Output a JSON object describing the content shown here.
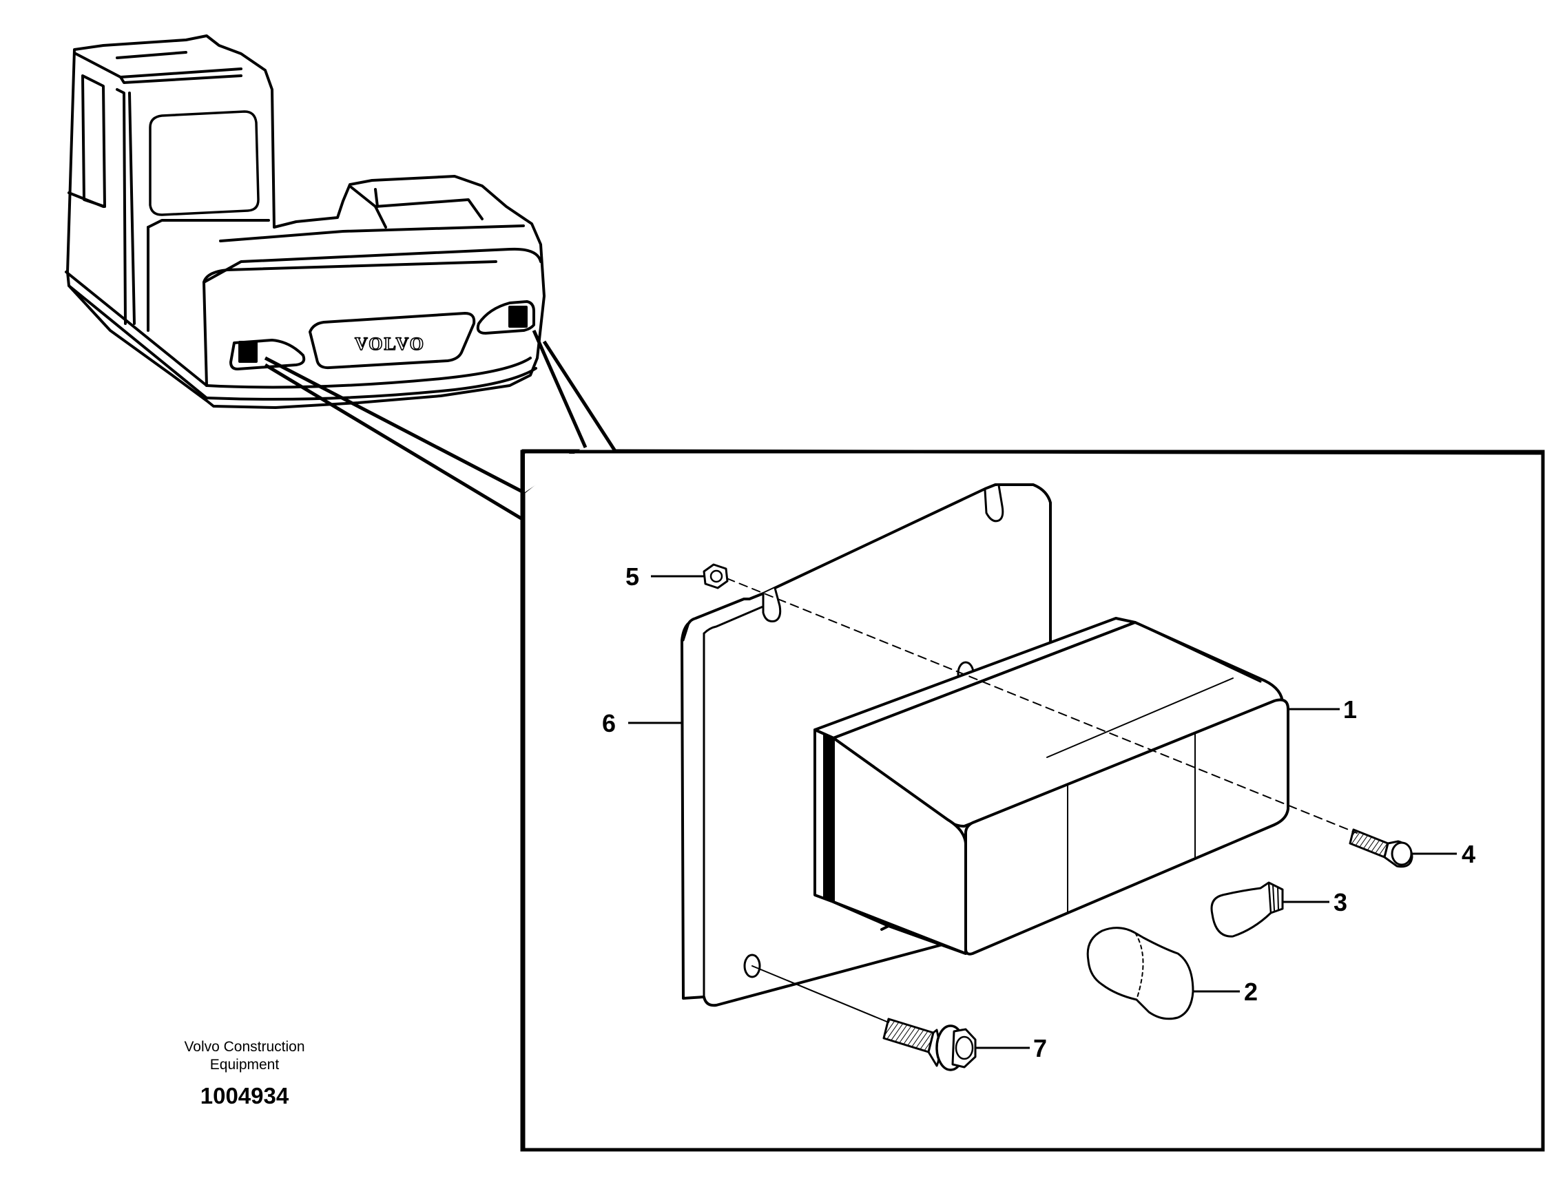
{
  "brand_logo_text": "VOLVO",
  "publisher_line1": "Volvo Construction",
  "publisher_line2": "Equipment",
  "figure_number": "1004934",
  "callouts": [
    {
      "number": "1",
      "part": "lamp housing"
    },
    {
      "number": "2",
      "part": "bulb"
    },
    {
      "number": "3",
      "part": "bulb"
    },
    {
      "number": "4",
      "part": "screw"
    },
    {
      "number": "5",
      "part": "nut"
    },
    {
      "number": "6",
      "part": "mounting plate"
    },
    {
      "number": "7",
      "part": "flange screw"
    }
  ],
  "colors": {
    "line": "#000000",
    "background": "#ffffff"
  }
}
